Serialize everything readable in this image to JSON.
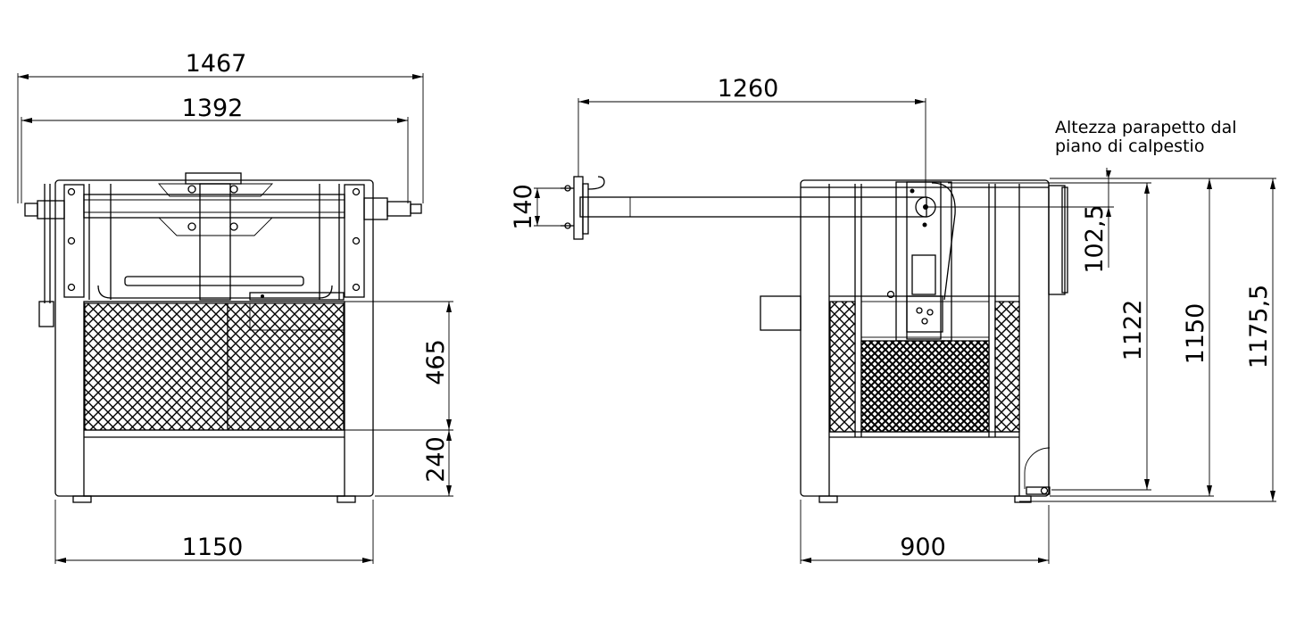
{
  "dimensions": {
    "front_outer_width": "1467",
    "front_inner_width": "1392",
    "front_base_width": "1150",
    "front_mesh_height": "465",
    "front_lower_height": "240",
    "side_arm_length": "1260",
    "side_bracket_height": "140",
    "side_pivot_offset": "102,5",
    "side_height_walk": "1122",
    "side_height_frame": "1150",
    "side_height_total": "1175,5",
    "side_base_depth": "900"
  },
  "note": {
    "line1": "Altezza parapetto dal",
    "line2": "piano di calpestio"
  }
}
